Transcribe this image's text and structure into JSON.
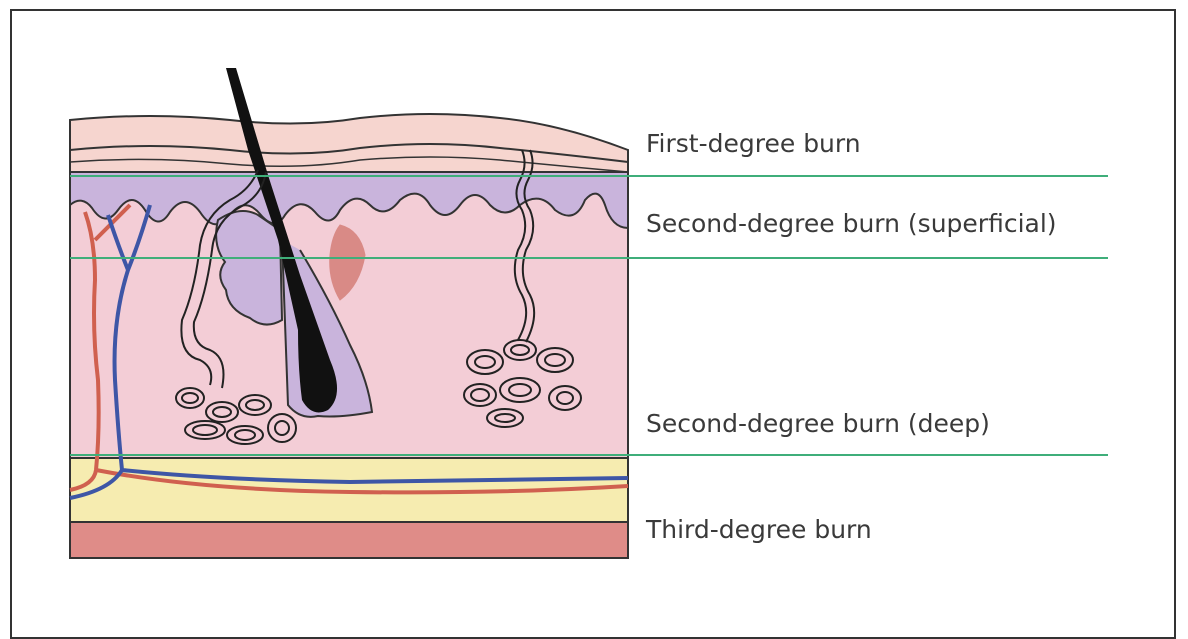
{
  "labels": {
    "first": "First-degree burn",
    "second_superficial": "Second-degree burn (superficial)",
    "second_deep": "Second-degree burn (deep)",
    "third": "Third-degree burn"
  },
  "colors": {
    "epidermis_top": "#f6d5cf",
    "basal_layer": "#c9b4dc",
    "dermis": "#f3cdd6",
    "subcutis": "#f6ecb0",
    "muscle": "#df8c88",
    "boundary_line": "#3fae7a",
    "hair": "#111111",
    "artery": "#d0604f",
    "vein": "#3e56a6",
    "sebaceous_gland": "#d98a86"
  }
}
